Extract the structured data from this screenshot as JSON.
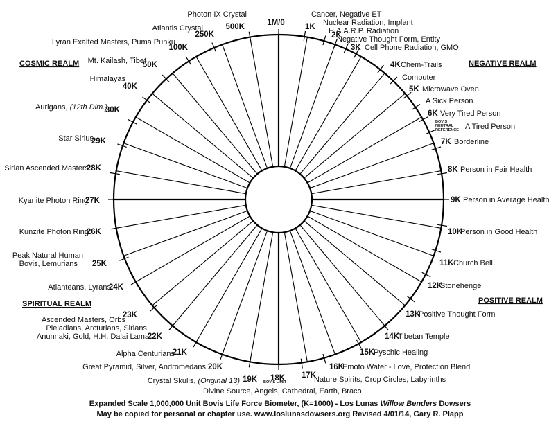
{
  "realms": {
    "cosmic": "COSMIC REALM",
    "negative": "NEGATIVE REALM",
    "spiritual": "SPIRITUAL REALM",
    "positive": "POSITIVE REALM"
  },
  "markers": {
    "neutral": "BOVIS NEUTRAL REFERENCE",
    "limit": "BOVIS LIMIT"
  },
  "footer": {
    "line1_pre": "Expanded Scale 1,000,000 Unit Bovis Life Force Biometer, (K=1000) - Los Lunas ",
    "line1_italic": "Willow Benders",
    "line1_post": " Dowsers",
    "line2": "May be copied for personal or chapter use.  www.loslunasdowsers.org  Revised 4/01/14, Gary R. Plapp"
  },
  "ticks": [
    {
      "value": "1M/0",
      "label": ""
    },
    {
      "value": "1K",
      "label": "Cancer, Negative ET"
    },
    {
      "value": "2K",
      "label": "Nuclear Radiation, Implant"
    },
    {
      "value": "",
      "label": "H.A.A.R.P. Radiation"
    },
    {
      "value": "",
      "label": "Negative Thought Form, Entity"
    },
    {
      "value": "3K",
      "label": "Cell Phone Radiation, GMO"
    },
    {
      "value": "4K",
      "label": "Chem-Trails"
    },
    {
      "value": "",
      "label": "Computer"
    },
    {
      "value": "5K",
      "label": "Microwave Oven"
    },
    {
      "value": "",
      "label": "A Sick Person"
    },
    {
      "value": "6K",
      "label": "Very Tired Person"
    },
    {
      "value": "",
      "label": "A Tired Person"
    },
    {
      "value": "7K",
      "label": "Borderline"
    },
    {
      "value": "8K",
      "label": "Person in Fair Health"
    },
    {
      "value": "9K",
      "label": "Person in Average Health"
    },
    {
      "value": "10K",
      "label": "Person in Good Health"
    },
    {
      "value": "11K",
      "label": "Church Bell"
    },
    {
      "value": "12K",
      "label": "Stonehenge"
    },
    {
      "value": "13K",
      "label": "Positive Thought Form"
    },
    {
      "value": "14K",
      "label": "Tibetan Temple"
    },
    {
      "value": "15K",
      "label": "Pyschic Healing"
    },
    {
      "value": "16K",
      "label": "Emoto Water - Love, Protection Blend"
    },
    {
      "value": "17K",
      "label": "Nature Spirits, Crop Circles, Labyrinths"
    },
    {
      "value": "18K",
      "label": "Divine Source, Angels, Cathedral, Earth, Braco"
    },
    {
      "value": "19K",
      "label": "Crystal Skulls,",
      "label_italic": "(Original 13)"
    },
    {
      "value": "20K",
      "label": "Great Pyramid, Silver, Andromedans"
    },
    {
      "value": "21K",
      "label": "Alpha Centurians"
    },
    {
      "value": "22K",
      "label": "Pleiadians, Arcturians, Sirians,",
      "label2": "Anunnaki, Gold, H.H. Dalai Lama"
    },
    {
      "value": "23K",
      "label": "Ascended Masters, Orbs"
    },
    {
      "value": "24K",
      "label": "Atlanteans, Lyrans"
    },
    {
      "value": "25K",
      "label": "Peak Natural Human",
      "label2": "Bovis, Lemurians"
    },
    {
      "value": "26K",
      "label": "Kunzite Photon Ring"
    },
    {
      "value": "27K",
      "label": "Kyanite Photon Ring"
    },
    {
      "value": "28K",
      "label": "Sirian Ascended Masters"
    },
    {
      "value": "29K",
      "label": "Star Sirius"
    },
    {
      "value": "30K",
      "label": "Aurigans,",
      "label_italic": "(12th Dim.)"
    },
    {
      "value": "40K",
      "label": "Himalayas"
    },
    {
      "value": "50K",
      "label": "Mt. Kailash, Tibet"
    },
    {
      "value": "100K",
      "label": "Lyran Exalted Masters, Puma Punku"
    },
    {
      "value": "250K",
      "label": "Atlantis Crystal"
    },
    {
      "value": "500K",
      "label": "Photon IX Crystal"
    }
  ]
}
